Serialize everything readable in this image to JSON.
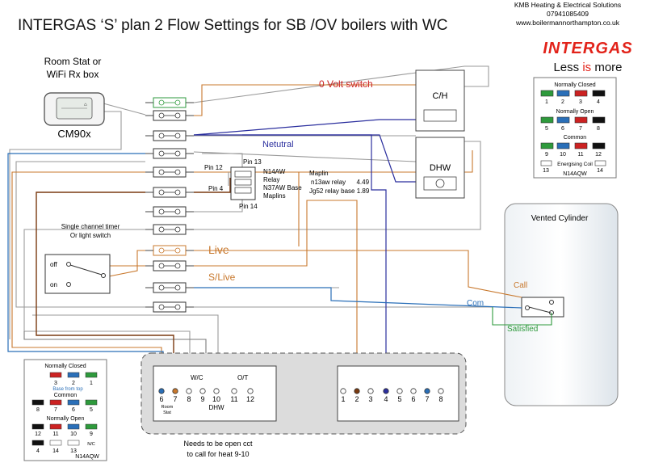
{
  "title": "INTERGAS ‘S’ plan  2 Flow Settings for SB /OV boilers with WC",
  "company": {
    "name": "KMB Heating & Electrical Solutions",
    "phone": "07941085409",
    "website": "www.boilermannorthampton.co.uk"
  },
  "brand": {
    "logo_text": "INTERGAS",
    "tagline_less": "Less",
    "tagline_is": " is ",
    "tagline_more": "more",
    "color": "#e2231a"
  },
  "room_stat": {
    "label_line1": "Room Stat or",
    "label_line2": "WiFi Rx box",
    "model": "CM90x"
  },
  "timer": {
    "label_line1": "Single channel timer",
    "label_line2": "Or light switch",
    "off": "off",
    "on": "on"
  },
  "valves": {
    "ch": "C/H",
    "dhw": "DHW"
  },
  "wire_labels": {
    "zero_volt": "0 Volt switch",
    "neutral": "Netutral",
    "live": "Live",
    "slive": "S/Live",
    "call": "Call",
    "com": "Com",
    "satisfied": "Satisfied"
  },
  "relay": {
    "pin13": "Pin 13",
    "pin12": "Pin 12",
    "pin4": "Pin 4",
    "pin14": "Pin 14",
    "desc": [
      "N14AW",
      "Relay",
      "N37AW Base",
      "Maplins"
    ]
  },
  "maplin": {
    "title": "Maplin",
    "line1": "n13aw relay      4.49",
    "line2": "Jg52 relay base 1.89"
  },
  "cylinder": {
    "label": "Vented Cylinder"
  },
  "legend_right": {
    "nc_title": "Normally Closed",
    "nc_nums": [
      "1",
      "2",
      "3",
      "4"
    ],
    "no_title": "Normally Open",
    "no_nums": [
      "5",
      "6",
      "7",
      "8"
    ],
    "com_title": "Common",
    "com_nums": [
      "9",
      "10",
      "11",
      "12"
    ],
    "coil_title": "Energising Coil",
    "coil_nums": [
      "13",
      "14"
    ],
    "part": "N14AQW"
  },
  "legend_left": {
    "nc_title": "Normally Closed",
    "nc_nums": [
      "3",
      "2",
      "1"
    ],
    "base_note": "Base from top",
    "com_title": "Common",
    "com_nums": [
      "8",
      "7",
      "6",
      "5"
    ],
    "no_title": "Normally Open",
    "no_nums": [
      "12",
      "11",
      "10",
      "9"
    ],
    "coil_nums": [
      "4",
      "14",
      "13"
    ],
    "nc_label": "N/C",
    "part": "N14AQW"
  },
  "boiler": {
    "wc_label": "W/C",
    "ot_label": "O/T",
    "dhw_label": "DHW",
    "room_stat_line1": "Room",
    "room_stat_line2": "Stat",
    "left_terms": [
      "6",
      "7",
      "8",
      "9",
      "10",
      "11",
      "12"
    ],
    "right_terms": [
      "1",
      "2",
      "3",
      "4",
      "5",
      "6",
      "7",
      "8"
    ],
    "note_line1": "Needs to be open cct",
    "note_line2": "to call for heat  9-10"
  },
  "colors": {
    "orange": "#c8782d",
    "blue": "#2a6fb8",
    "darkblue": "#2b2f9e",
    "brown": "#7a3a10",
    "grey": "#9a9a9a",
    "green": "#2e9a3c",
    "red": "#cc2222"
  }
}
